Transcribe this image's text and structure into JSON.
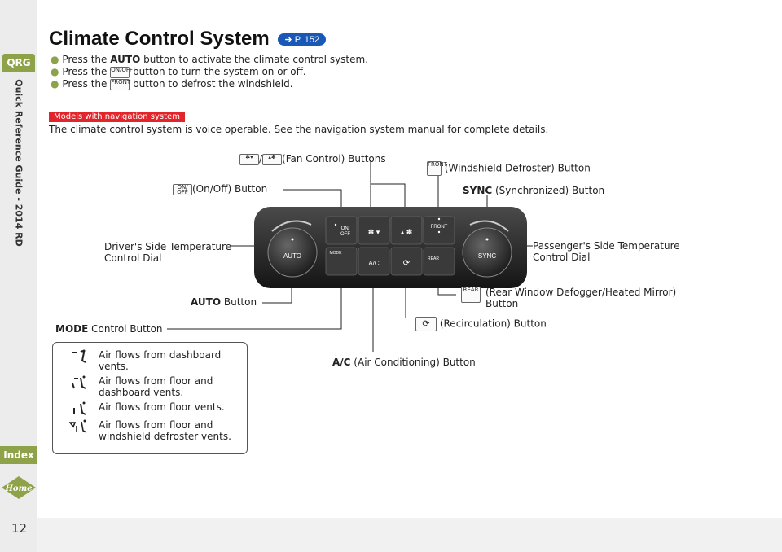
{
  "sidebar": {
    "qrg_tab": "QRG",
    "section_label": "Quick Reference Guide - 2014 RD",
    "index_tab": "Index",
    "home_label": "Home"
  },
  "page_number": "12",
  "title": "Climate Control System",
  "title_ref": "P. 152",
  "bullets": [
    {
      "pre": "Press the ",
      "bold": "AUTO",
      "post": " button to activate the climate control system."
    },
    {
      "pre": "Press the ",
      "icon": "ON/OFF",
      "post": " button to turn the system on or off."
    },
    {
      "pre": "Press the ",
      "icon": "FRONT",
      "post": " button to defrost the windshield."
    }
  ],
  "nav_badge": "Models with navigation system",
  "nav_text": "The climate control system is voice operable. See the navigation system manual for complete details.",
  "labels": {
    "fan": "(Fan Control) Buttons",
    "onoff": "(On/Off) Button",
    "windshield": "(Windshield Defroster) Button",
    "sync_bold": "SYNC",
    "sync_rest": " (Synchronized) Button",
    "driver_temp_1": "Driver's Side Temperature",
    "driver_temp_2": "Control Dial",
    "pass_temp_1": "Passenger's Side Temperature",
    "pass_temp_2": "Control Dial",
    "auto_bold": "AUTO",
    "auto_rest": " Button",
    "rear_1": "(Rear Window Defogger/Heated Mirror)",
    "rear_2": "Button",
    "mode_bold": "MODE",
    "mode_rest": " Control Button",
    "recirc": "(Recirculation) Button",
    "ac_bold": "A/C",
    "ac_rest": " (Air Conditioning) Button"
  },
  "panel": {
    "auto": "AUTO",
    "sync": "SYNC",
    "on": "ON/",
    "off": "OFF",
    "front": "FRONT",
    "rear": "REAR",
    "mode": "MODE",
    "ac": "A/C"
  },
  "icon_text": {
    "on": "ON/",
    "off": "OFF",
    "front": "FRONT",
    "rear": "REAR"
  },
  "modes": [
    {
      "icon": "dash-vent-icon",
      "text": "Air flows from dashboard vents."
    },
    {
      "icon": "floor-dash-icon",
      "text": "Air flows from floor and dashboard vents."
    },
    {
      "icon": "floor-icon",
      "text": "Air flows from floor vents."
    },
    {
      "icon": "floor-defrost-icon",
      "text": "Air flows from floor and windshield defroster vents."
    }
  ],
  "colors": {
    "accent": "#8ea24a",
    "ref_blue": "#1a58b8",
    "nav_red": "#e2252b"
  }
}
